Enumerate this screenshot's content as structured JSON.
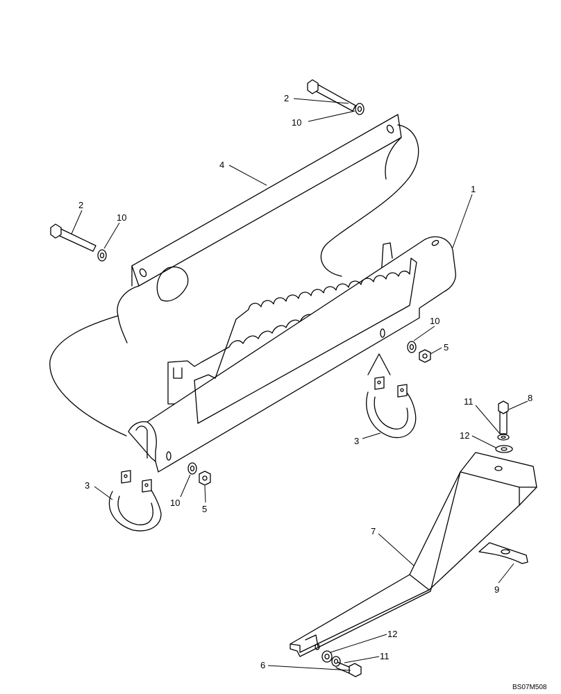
{
  "labels": {
    "l1": "1",
    "l2a": "2",
    "l2b": "2",
    "l3a": "3",
    "l3b": "3",
    "l4": "4",
    "l5a": "5",
    "l5b": "5",
    "l6": "6",
    "l7": "7",
    "l8": "8",
    "l9": "9",
    "l10a": "10",
    "l10b": "10",
    "l10c": "10",
    "l10d": "10",
    "l11a": "11",
    "l11b": "11",
    "l12a": "12",
    "l12b": "12"
  },
  "drawing_code": "BS07M508"
}
